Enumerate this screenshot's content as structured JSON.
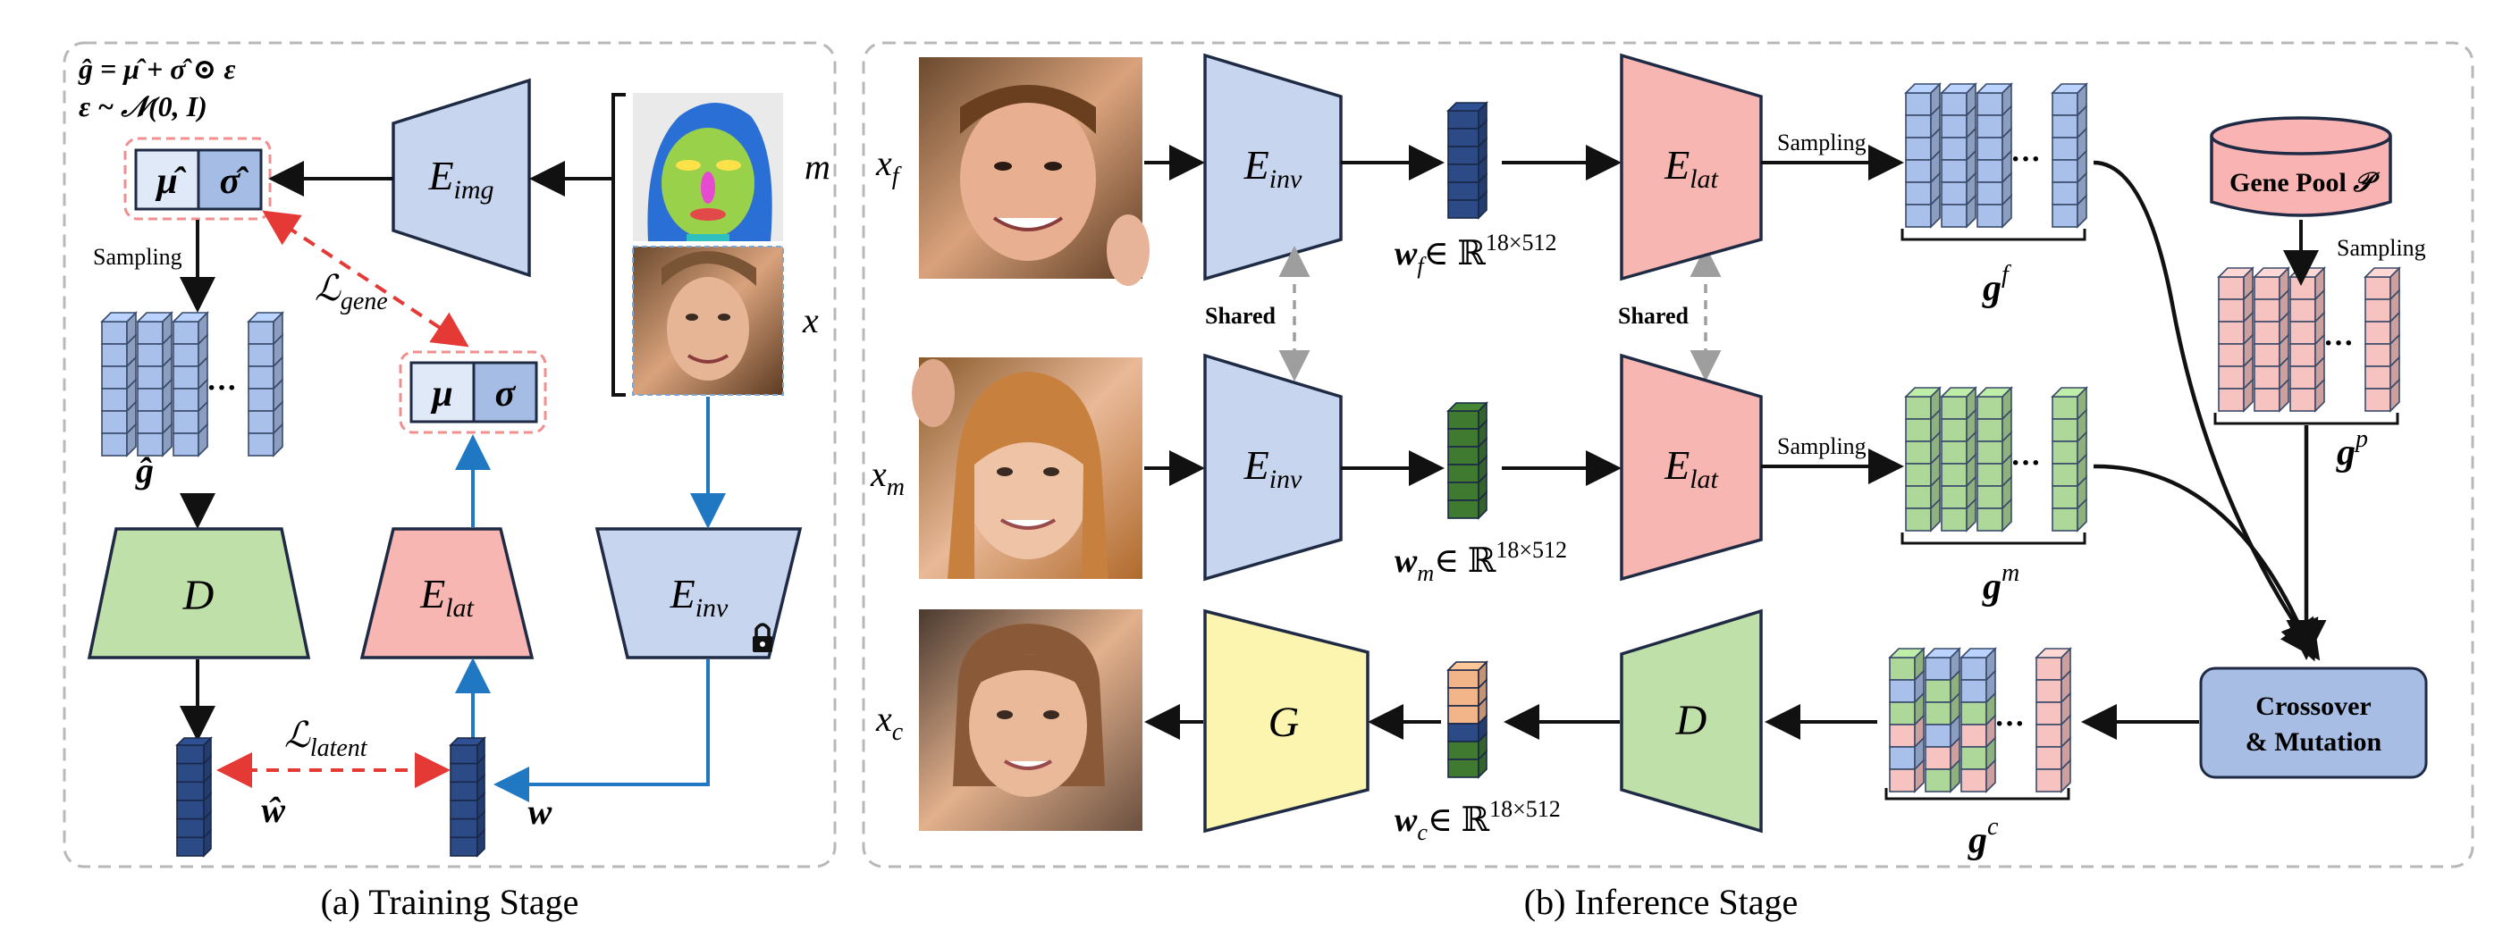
{
  "training": {
    "formula1": "ĝ = μ̂ + σ̂ ⊙ ε",
    "formula2": "ε ~ 𝒩(0, I)",
    "mu_hat": "μ̂",
    "sigma_hat": "σ̂",
    "mu": "μ",
    "sigma": "σ",
    "e_img_main": "E",
    "e_img_sub": "img",
    "label_m": "m",
    "label_x": "x",
    "sampling": "Sampling",
    "loss_gene_main": "ℒ",
    "loss_gene_sub": "gene",
    "g_hat": "ĝ",
    "D": "D",
    "e_lat_main": "E",
    "e_lat_sub": "lat",
    "e_inv_main": "E",
    "e_inv_sub": "inv",
    "loss_latent_main": "ℒ",
    "loss_latent_sub": "latent",
    "w_hat": "ŵ",
    "w": "w",
    "caption": "(a) Training Stage"
  },
  "inference": {
    "xf_main": "x",
    "xf_sub": "f",
    "xm_main": "x",
    "xm_sub": "m",
    "xc_main": "x",
    "xc_sub": "c",
    "e_inv_main": "E",
    "e_inv_sub": "inv",
    "e_lat_main": "E",
    "e_lat_sub": "lat",
    "shared": "Shared",
    "sampling": "Sampling",
    "wf_main": "w",
    "wf_sub": "f",
    "wm_main": "w",
    "wm_sub": "m",
    "wc_main": "w",
    "wc_sub": "c",
    "w_space": "∈ ℝ",
    "w_dims": "18×512",
    "gf_main": "g",
    "gf_sup": "f",
    "gm_main": "g",
    "gm_sup": "m",
    "gp_main": "g",
    "gp_sup": "p",
    "gc_main": "g",
    "gc_sup": "c",
    "gene_pool": "Gene Pool",
    "gene_pool_symbol": "𝒫",
    "crossover_line1": "Crossover",
    "crossover_line2": "& Mutation",
    "G": "G",
    "D": "D",
    "caption": "(b) Inference Stage"
  },
  "colors": {
    "blue_fill": "#c7d6ee",
    "blue_stroke": "#1f2a44",
    "pink_fill": "#f8b6b2",
    "green_fill": "#bfe0a8",
    "yellow_fill": "#fbf5b0",
    "navy_block": "#2b4a86",
    "dark_green_block": "#3f7a30",
    "orange_block": "#f2b58a",
    "gene_blue": "#a9c1ea",
    "gene_green": "#aed89a",
    "gene_pink": "#f7c3c1",
    "red_dash": "#e53935",
    "flow_blue": "#2178c2",
    "crossover_fill": "#a7bde3",
    "pool_fill": "#f9b3b3"
  }
}
